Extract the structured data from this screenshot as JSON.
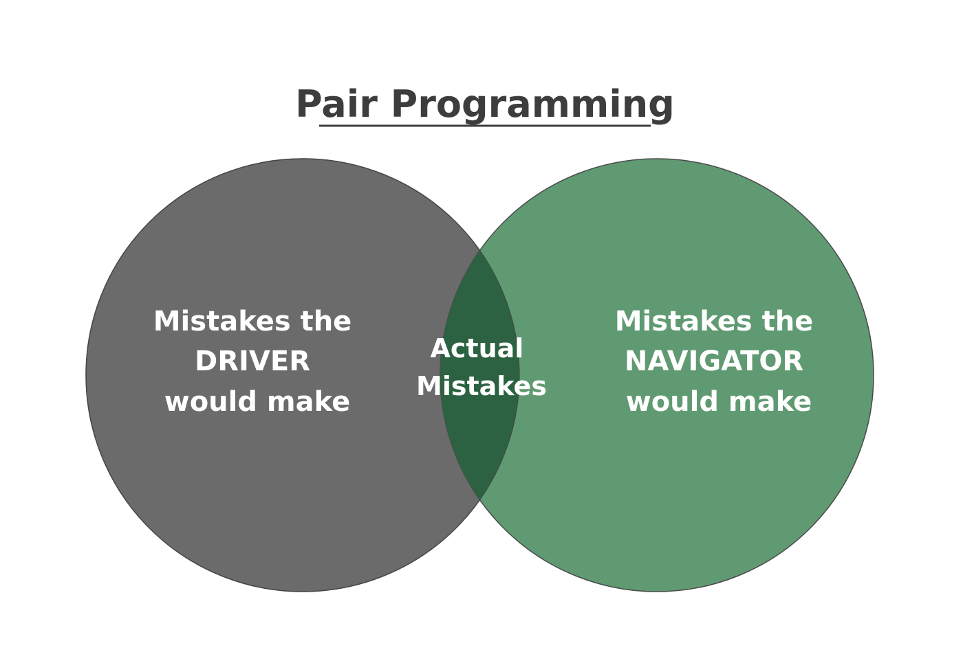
{
  "title": "Pair Programming",
  "sets": {
    "driver": {
      "lines": [
        "Mistakes the",
        "DRIVER",
        "would make"
      ],
      "color": "#6b6b6b"
    },
    "navigator": {
      "lines": [
        "Mistakes the",
        "NAVIGATOR",
        "would make"
      ],
      "color": "#609a72"
    },
    "overlap": {
      "lines": [
        "Actual",
        "Mistakes"
      ],
      "color": "#2c6241"
    }
  },
  "colors": {
    "title": "#3d3d3d",
    "outline": "#4a4a4a",
    "label": "#ffffff",
    "background": "#ffffff"
  }
}
